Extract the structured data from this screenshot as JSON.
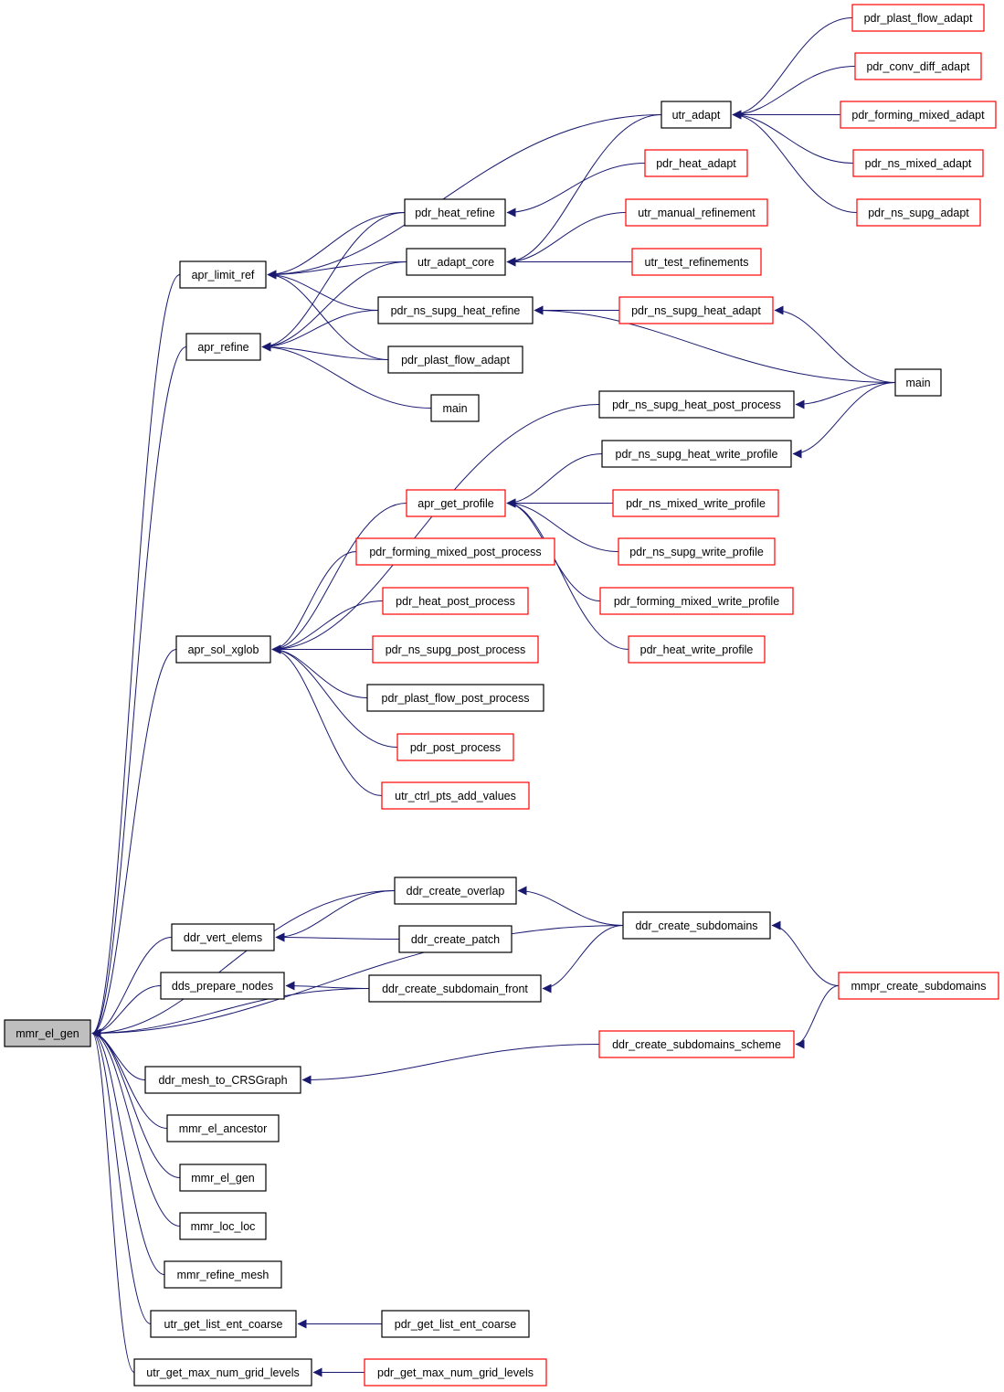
{
  "nodes": [
    {
      "id": "n_root",
      "label": "mmr_el_gen",
      "border": "root"
    },
    {
      "id": "n_apr_limit_ref",
      "label": "apr_limit_ref",
      "border": "black"
    },
    {
      "id": "n_apr_refine",
      "label": "apr_refine",
      "border": "black"
    },
    {
      "id": "n_apr_sol_xglob",
      "label": "apr_sol_xglob",
      "border": "black"
    },
    {
      "id": "n_ddr_vert_elems",
      "label": "ddr_vert_elems",
      "border": "black"
    },
    {
      "id": "n_dds_prepare_nodes",
      "label": "dds_prepare_nodes",
      "border": "black"
    },
    {
      "id": "n_ddr_mesh_to_CRSGraph",
      "label": "ddr_mesh_to_CRSGraph",
      "border": "black"
    },
    {
      "id": "n_mmr_el_ancestor",
      "label": "mmr_el_ancestor",
      "border": "black"
    },
    {
      "id": "n_mmr_el_gen2",
      "label": "mmr_el_gen",
      "border": "black"
    },
    {
      "id": "n_mmr_loc_loc",
      "label": "mmr_loc_loc",
      "border": "black"
    },
    {
      "id": "n_mmr_refine_mesh",
      "label": "mmr_refine_mesh",
      "border": "black"
    },
    {
      "id": "n_utr_get_list_ent_coarse",
      "label": "utr_get_list_ent_coarse",
      "border": "black"
    },
    {
      "id": "n_utr_get_max_num_grid_levels",
      "label": "utr_get_max_num_grid_levels",
      "border": "black"
    },
    {
      "id": "n_pdr_heat_refine",
      "label": "pdr_heat_refine",
      "border": "black"
    },
    {
      "id": "n_utr_adapt_core",
      "label": "utr_adapt_core",
      "border": "black"
    },
    {
      "id": "n_pdr_ns_supg_heat_refine",
      "label": "pdr_ns_supg_heat_refine",
      "border": "black"
    },
    {
      "id": "n_pdr_plast_flow_adapt_m",
      "label": "pdr_plast_flow_adapt",
      "border": "black"
    },
    {
      "id": "n_main_m",
      "label": "main",
      "border": "black"
    },
    {
      "id": "n_apr_get_profile",
      "label": "apr_get_profile",
      "border": "red"
    },
    {
      "id": "n_pdr_forming_mixed_post_process",
      "label": "pdr_forming_mixed_post_process",
      "border": "red"
    },
    {
      "id": "n_pdr_heat_post_process",
      "label": "pdr_heat_post_process",
      "border": "red"
    },
    {
      "id": "n_pdr_ns_supg_post_process",
      "label": "pdr_ns_supg_post_process",
      "border": "red"
    },
    {
      "id": "n_pdr_plast_flow_post_process",
      "label": "pdr_plast_flow_post_process",
      "border": "black"
    },
    {
      "id": "n_pdr_post_process",
      "label": "pdr_post_process",
      "border": "red"
    },
    {
      "id": "n_utr_ctrl_pts_add_values",
      "label": "utr_ctrl_pts_add_values",
      "border": "red"
    },
    {
      "id": "n_ddr_create_overlap",
      "label": "ddr_create_overlap",
      "border": "black"
    },
    {
      "id": "n_ddr_create_patch",
      "label": "ddr_create_patch",
      "border": "black"
    },
    {
      "id": "n_ddr_create_subdomain_front",
      "label": "ddr_create_subdomain_front",
      "border": "black"
    },
    {
      "id": "n_pdr_get_list_ent_coarse",
      "label": "pdr_get_list_ent_coarse",
      "border": "black"
    },
    {
      "id": "n_pdr_get_max_num_grid_levels",
      "label": "pdr_get_max_num_grid_levels",
      "border": "red"
    },
    {
      "id": "n_utr_adapt",
      "label": "utr_adapt",
      "border": "black"
    },
    {
      "id": "n_pdr_heat_adapt",
      "label": "pdr_heat_adapt",
      "border": "red"
    },
    {
      "id": "n_utr_manual_refinement",
      "label": "utr_manual_refinement",
      "border": "red"
    },
    {
      "id": "n_utr_test_refinements",
      "label": "utr_test_refinements",
      "border": "red"
    },
    {
      "id": "n_pdr_ns_supg_heat_adapt",
      "label": "pdr_ns_supg_heat_adapt",
      "border": "red"
    },
    {
      "id": "n_pdr_ns_supg_heat_post_process",
      "label": "pdr_ns_supg_heat_post_process",
      "border": "black"
    },
    {
      "id": "n_pdr_ns_supg_heat_write_profile",
      "label": "pdr_ns_supg_heat_write_profile",
      "border": "black"
    },
    {
      "id": "n_pdr_ns_mixed_write_profile",
      "label": "pdr_ns_mixed_write_profile",
      "border": "red"
    },
    {
      "id": "n_pdr_ns_supg_write_profile",
      "label": "pdr_ns_supg_write_profile",
      "border": "red"
    },
    {
      "id": "n_pdr_forming_mixed_write_profile",
      "label": "pdr_forming_mixed_write_profile",
      "border": "red"
    },
    {
      "id": "n_pdr_heat_write_profile",
      "label": "pdr_heat_write_profile",
      "border": "red"
    },
    {
      "id": "n_ddr_create_subdomains",
      "label": "ddr_create_subdomains",
      "border": "black"
    },
    {
      "id": "n_ddr_create_subdomains_scheme",
      "label": "ddr_create_subdomains_scheme",
      "border": "red"
    },
    {
      "id": "n_pdr_plast_flow_adapt_r",
      "label": "pdr_plast_flow_adapt",
      "border": "red"
    },
    {
      "id": "n_pdr_conv_diff_adapt",
      "label": "pdr_conv_diff_adapt",
      "border": "red"
    },
    {
      "id": "n_pdr_forming_mixed_adapt",
      "label": "pdr_forming_mixed_adapt",
      "border": "red"
    },
    {
      "id": "n_pdr_ns_mixed_adapt",
      "label": "pdr_ns_mixed_adapt",
      "border": "red"
    },
    {
      "id": "n_pdr_ns_supg_adapt",
      "label": "pdr_ns_supg_adapt",
      "border": "red"
    },
    {
      "id": "n_main_r",
      "label": "main",
      "border": "black"
    },
    {
      "id": "n_mmpr_create_subdomains",
      "label": "mmpr_create_subdomains",
      "border": "red"
    }
  ],
  "edges": [
    {
      "from": "n_apr_limit_ref",
      "to": "n_root"
    },
    {
      "from": "n_apr_refine",
      "to": "n_root"
    },
    {
      "from": "n_apr_sol_xglob",
      "to": "n_root"
    },
    {
      "from": "n_ddr_vert_elems",
      "to": "n_root"
    },
    {
      "from": "n_dds_prepare_nodes",
      "to": "n_root"
    },
    {
      "from": "n_ddr_mesh_to_CRSGraph",
      "to": "n_root"
    },
    {
      "from": "n_mmr_el_ancestor",
      "to": "n_root"
    },
    {
      "from": "n_mmr_el_gen2",
      "to": "n_root"
    },
    {
      "from": "n_mmr_loc_loc",
      "to": "n_root"
    },
    {
      "from": "n_mmr_refine_mesh",
      "to": "n_root"
    },
    {
      "from": "n_utr_get_list_ent_coarse",
      "to": "n_root"
    },
    {
      "from": "n_utr_get_max_num_grid_levels",
      "to": "n_root"
    },
    {
      "from": "n_ddr_create_overlap",
      "to": "n_root"
    },
    {
      "from": "n_ddr_create_subdomain_front",
      "to": "n_root"
    },
    {
      "from": "n_ddr_create_subdomains",
      "to": "n_root"
    },
    {
      "from": "n_pdr_heat_refine",
      "to": "n_apr_limit_ref"
    },
    {
      "from": "n_utr_adapt_core",
      "to": "n_apr_limit_ref"
    },
    {
      "from": "n_pdr_ns_supg_heat_refine",
      "to": "n_apr_limit_ref"
    },
    {
      "from": "n_pdr_plast_flow_adapt_m",
      "to": "n_apr_limit_ref"
    },
    {
      "from": "n_utr_adapt",
      "to": "n_apr_limit_ref"
    },
    {
      "from": "n_pdr_heat_refine",
      "to": "n_apr_refine"
    },
    {
      "from": "n_utr_adapt_core",
      "to": "n_apr_refine"
    },
    {
      "from": "n_pdr_ns_supg_heat_refine",
      "to": "n_apr_refine"
    },
    {
      "from": "n_pdr_plast_flow_adapt_m",
      "to": "n_apr_refine"
    },
    {
      "from": "n_main_m",
      "to": "n_apr_refine"
    },
    {
      "from": "n_apr_get_profile",
      "to": "n_apr_sol_xglob"
    },
    {
      "from": "n_pdr_forming_mixed_post_process",
      "to": "n_apr_sol_xglob"
    },
    {
      "from": "n_pdr_heat_post_process",
      "to": "n_apr_sol_xglob"
    },
    {
      "from": "n_pdr_ns_supg_post_process",
      "to": "n_apr_sol_xglob"
    },
    {
      "from": "n_pdr_plast_flow_post_process",
      "to": "n_apr_sol_xglob"
    },
    {
      "from": "n_pdr_post_process",
      "to": "n_apr_sol_xglob"
    },
    {
      "from": "n_utr_ctrl_pts_add_values",
      "to": "n_apr_sol_xglob"
    },
    {
      "from": "n_pdr_ns_supg_heat_post_process",
      "to": "n_apr_sol_xglob"
    },
    {
      "from": "n_ddr_create_overlap",
      "to": "n_ddr_vert_elems"
    },
    {
      "from": "n_ddr_create_patch",
      "to": "n_ddr_vert_elems"
    },
    {
      "from": "n_ddr_create_subdomain_front",
      "to": "n_dds_prepare_nodes"
    },
    {
      "from": "n_ddr_create_subdomains_scheme",
      "to": "n_ddr_mesh_to_CRSGraph"
    },
    {
      "from": "n_pdr_get_list_ent_coarse",
      "to": "n_utr_get_list_ent_coarse"
    },
    {
      "from": "n_pdr_get_max_num_grid_levels",
      "to": "n_utr_get_max_num_grid_levels"
    },
    {
      "from": "n_pdr_heat_adapt",
      "to": "n_pdr_heat_refine"
    },
    {
      "from": "n_utr_adapt",
      "to": "n_utr_adapt_core"
    },
    {
      "from": "n_utr_manual_refinement",
      "to": "n_utr_adapt_core"
    },
    {
      "from": "n_utr_test_refinements",
      "to": "n_utr_adapt_core"
    },
    {
      "from": "n_pdr_ns_supg_heat_adapt",
      "to": "n_pdr_ns_supg_heat_refine"
    },
    {
      "from": "n_main_r",
      "to": "n_pdr_ns_supg_heat_refine"
    },
    {
      "from": "n_pdr_ns_supg_heat_write_profile",
      "to": "n_apr_get_profile"
    },
    {
      "from": "n_pdr_ns_mixed_write_profile",
      "to": "n_apr_get_profile"
    },
    {
      "from": "n_pdr_ns_supg_write_profile",
      "to": "n_apr_get_profile"
    },
    {
      "from": "n_pdr_forming_mixed_write_profile",
      "to": "n_apr_get_profile"
    },
    {
      "from": "n_pdr_heat_write_profile",
      "to": "n_apr_get_profile"
    },
    {
      "from": "n_ddr_create_subdomains",
      "to": "n_ddr_create_overlap"
    },
    {
      "from": "n_ddr_create_subdomains",
      "to": "n_ddr_create_subdomain_front"
    },
    {
      "from": "n_pdr_plast_flow_adapt_r",
      "to": "n_utr_adapt"
    },
    {
      "from": "n_pdr_conv_diff_adapt",
      "to": "n_utr_adapt"
    },
    {
      "from": "n_pdr_forming_mixed_adapt",
      "to": "n_utr_adapt"
    },
    {
      "from": "n_pdr_ns_mixed_adapt",
      "to": "n_utr_adapt"
    },
    {
      "from": "n_pdr_ns_supg_adapt",
      "to": "n_utr_adapt"
    },
    {
      "from": "n_main_r",
      "to": "n_pdr_ns_supg_heat_adapt"
    },
    {
      "from": "n_main_r",
      "to": "n_pdr_ns_supg_heat_post_process"
    },
    {
      "from": "n_main_r",
      "to": "n_pdr_ns_supg_heat_write_profile"
    },
    {
      "from": "n_mmpr_create_subdomains",
      "to": "n_ddr_create_subdomains"
    },
    {
      "from": "n_mmpr_create_subdomains",
      "to": "n_ddr_create_subdomains_scheme"
    }
  ],
  "colors": {
    "edge": "#191970",
    "border_red": "#ff0000",
    "border_black": "#000000",
    "root_fill": "#bfbfbf"
  }
}
